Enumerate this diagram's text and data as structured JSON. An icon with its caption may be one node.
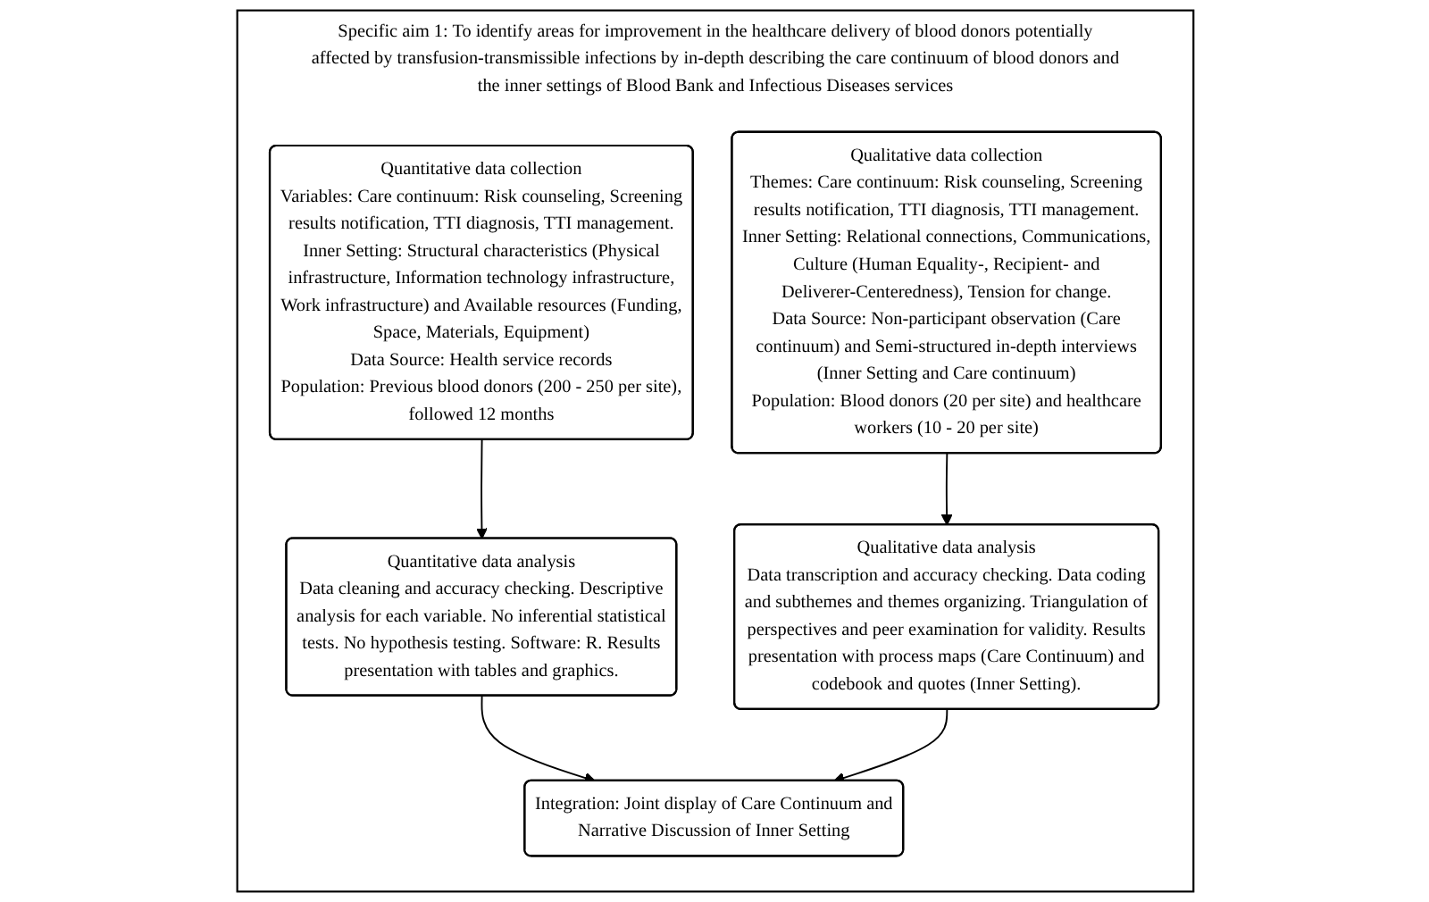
{
  "diagram": {
    "nodes": [
      {
        "text": [
          "Specific aim 1: To identify areas for improvement in the healthcare delivery of blood donors potentially affected by transfusion-transmissible infections by in-depth describing the care continuum of blood donors and the inner settings of Blood Bank and Infectious Diseases services"
        ]
      },
      {
        "text": [
          "Quantitative data collection",
          "Variables: Care continuum: Risk counseling, Screening results notification, TTI diagnosis, TTI management. Inner Setting: Structural characteristics (Physical infrastructure, Information technology infrastructure, Work infrastructure) and Available resources (Funding, Space, Materials, Equipment)",
          "Data Source: Health service records",
          "Population: Previous blood donors (200 - 250 per site), followed 12 months"
        ],
        "in": 0
      },
      {
        "text": [
          "Qualitative  data collection",
          "Themes: Care continuum: Risk counseling, Screening results notification, TTI diagnosis, TTI management. Inner Setting: Relational connections, Communications, Culture (Human Equality-, Recipient- and Deliverer-Centeredness), Tension for change.",
          "Data Source: Non-participant observation (Care continuum) and Semi-structured in-depth interviews (Inner Setting and Care continuum)",
          "Population: Blood donors (20 per site) and healthcare workers (10 - 20 per site)"
        ],
        "in": 0
      },
      {
        "text": [
          "Quantitative data analysis",
          "Data cleaning and accuracy checking. Descriptive analysis for each variable. No inferential statistical tests. No hypothesis testing. Software: R. Results presentation with tables and graphics."
        ],
        "in": 0
      },
      {
        "text": [
          "Qualitative data analysis",
          "Data transcription and accuracy checking. Data coding and subthemes and themes organizing. Triangulation of perspectives and peer examination for validity. Results presentation with process maps (Care Continuum) and codebook and quotes (Inner Setting)."
        ],
        "in": 0
      },
      {
        "text": [
          "Integration: Joint display of Care Continuum and Narrative Discussion of Inner Setting"
        ],
        "in": 0
      }
    ],
    "edges": [
      {
        "from": 1,
        "to": 3,
        "arrow": "to"
      },
      {
        "from": 2,
        "to": 4,
        "arrow": "to"
      },
      {
        "from": 3,
        "to": 5,
        "arrow": "to"
      },
      {
        "from": 4,
        "to": 5,
        "arrow": "to"
      }
    ]
  }
}
